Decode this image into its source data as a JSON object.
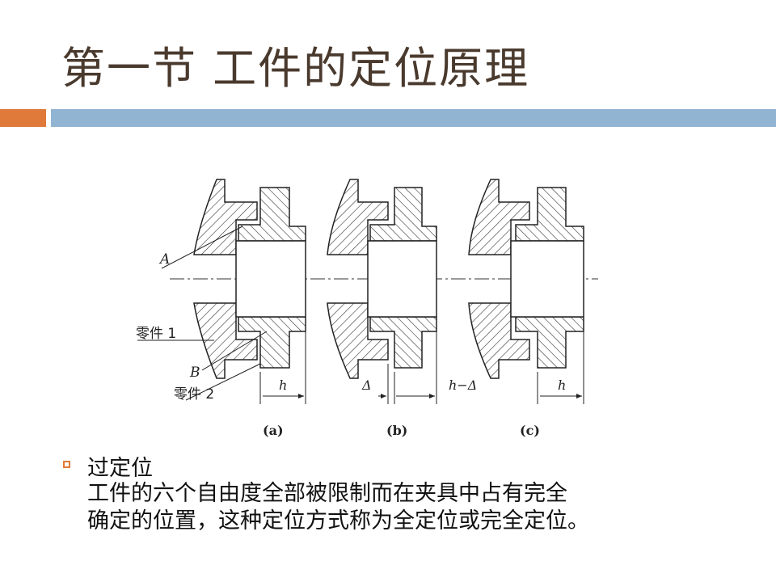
{
  "slide": {
    "title": "第一节  工件的定位原理",
    "colors": {
      "title": "#4a3a2e",
      "accent_orange": "#e07a3a",
      "accent_blue": "#91b4d2"
    }
  },
  "figure": {
    "labels": {
      "A": "A",
      "part1": "零件 1",
      "B": "B",
      "part2": "零件 2",
      "h_a": "h",
      "delta": "Δ",
      "h_minus_delta": "h−Δ",
      "h_c": "h"
    },
    "captions": [
      "(a)",
      "(b)",
      "(c)"
    ]
  },
  "bullet": {
    "icon": "square-bullet-icon",
    "heading": "过定位",
    "lines": [
      "工件的六个自由度全部被限制而在夹具中占有完全",
      "确定的位置，这种定位方式称为全定位或完全定位。"
    ]
  }
}
